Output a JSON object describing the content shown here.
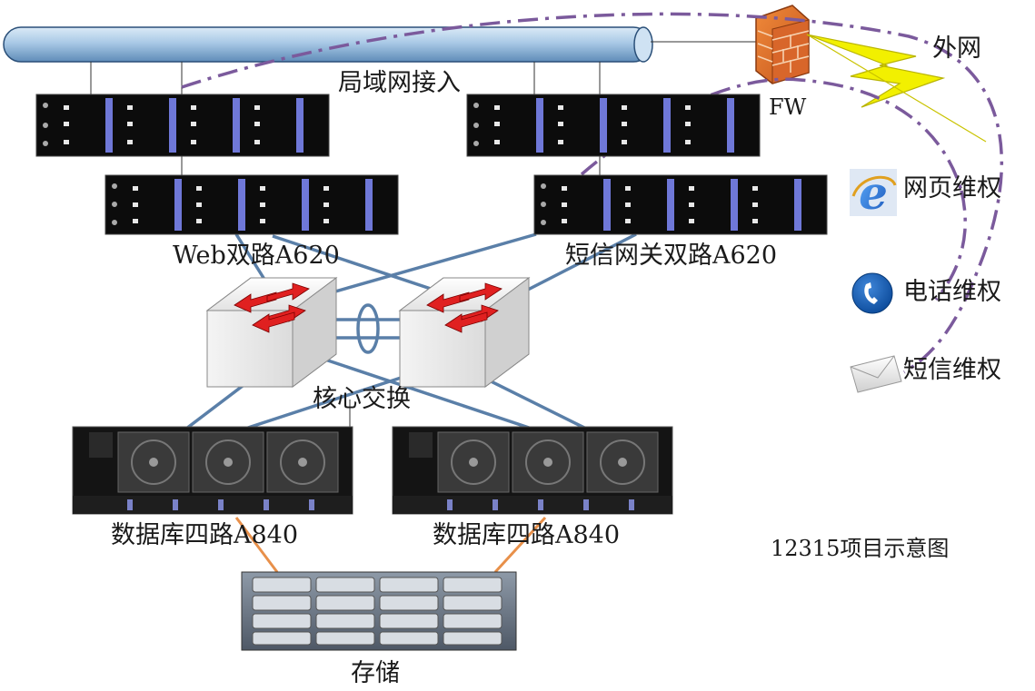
{
  "labels": {
    "lan_access": "局域网接入",
    "firewall": "FW",
    "internet": "外网",
    "web_servers": "Web双路A620",
    "sms_gateway": "短信网关双路A620",
    "core_switch": "核心交换",
    "db_left": "数据库四路A840",
    "db_right": "数据库四路A840",
    "storage": "存储",
    "diagram_caption": "12315项目示意图"
  },
  "channels": [
    {
      "icon": "internet-explorer-icon",
      "label": "网页维权"
    },
    {
      "icon": "telephone-icon",
      "label": "电话维权"
    },
    {
      "icon": "envelope-icon",
      "label": "短信维权"
    }
  ],
  "colors": {
    "link": "#5a7fa8",
    "dashed_path": "#7b5a9c",
    "storage_link": "#e8904a",
    "switch_arrow": "#e02020",
    "lightning": "#f2f000",
    "lan_bus": "#a9c9e6"
  }
}
